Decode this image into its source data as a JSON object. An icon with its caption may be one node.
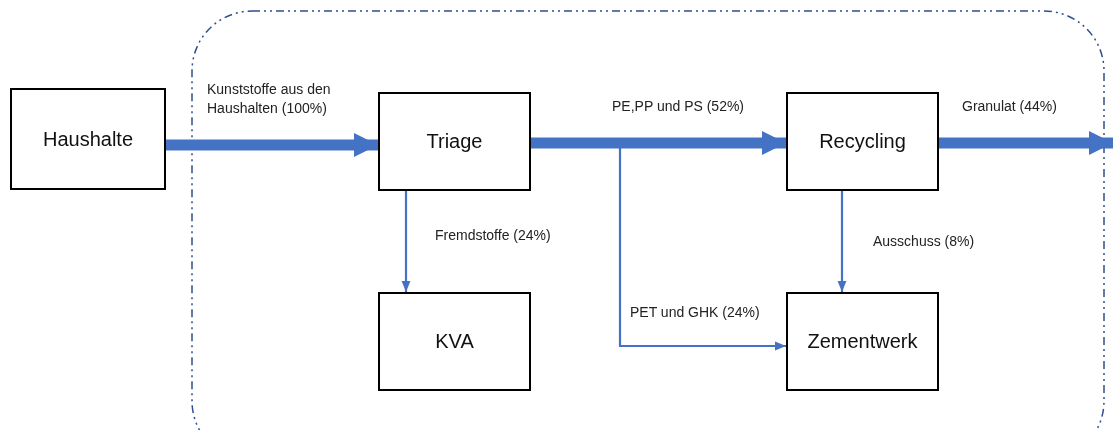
{
  "diagram": {
    "nodes": [
      {
        "text": [
          "Haushalte"
        ]
      },
      {
        "text": [
          "Triage"
        ]
      },
      {
        "text": [
          "Recycling"
        ]
      },
      {
        "text": [
          "KVA"
        ]
      },
      {
        "text": [
          "Zementwerk"
        ]
      }
    ],
    "edges": [
      {
        "from": 0,
        "to": 1,
        "arrow": "to",
        "label": "Kunststoffe aus den Haushalten (100%)",
        "style": "thick"
      },
      {
        "from": 1,
        "to": 2,
        "arrow": "to",
        "label": "PE,PP und PS (52%)",
        "style": "thick"
      },
      {
        "from": 2,
        "to": null,
        "arrow": "to",
        "label": "Granulat (44%)",
        "style": "thick"
      },
      {
        "from": 1,
        "to": 3,
        "arrow": "to",
        "label": "Fremdstoffe (24%)"
      },
      {
        "from": 2,
        "to": 4,
        "arrow": "to",
        "label": "Ausschuss (8%)"
      },
      {
        "from": 1,
        "to": 4,
        "arrow": "to",
        "label": "PET und GHK (24%)"
      }
    ]
  }
}
